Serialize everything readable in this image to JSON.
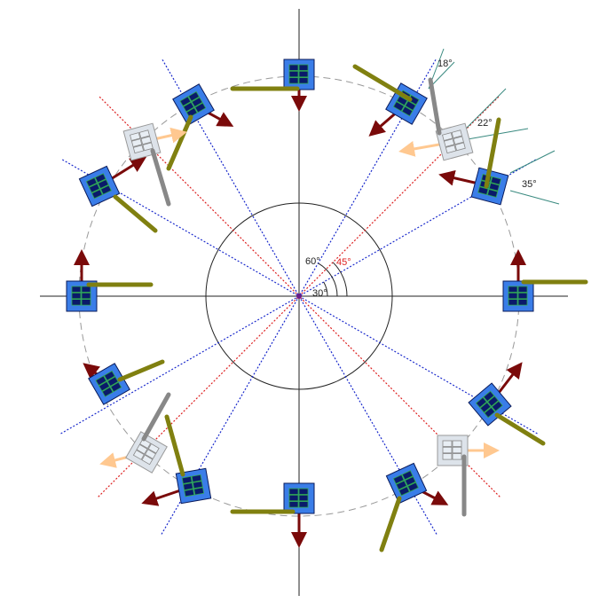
{
  "labels": {
    "angle_30": "30°",
    "angle_45": "45°",
    "angle_60": "60°",
    "angle_18": "18°",
    "angle_22": "22°",
    "angle_35": "35°"
  },
  "colors": {
    "satellite_body": "#3a7de8",
    "solar_cells": "#0a1a6a",
    "cell_lines": "#2fa84a",
    "panel": "#808010",
    "arrow": "#7a0a0a",
    "ghost_body": "#dde3ea",
    "ghost_arrow": "#ffc890",
    "ghost_panel": "#888888",
    "blue_line": "#1a2acc",
    "red_line": "#dd2222",
    "annotation_line": "#3a8a80"
  }
}
